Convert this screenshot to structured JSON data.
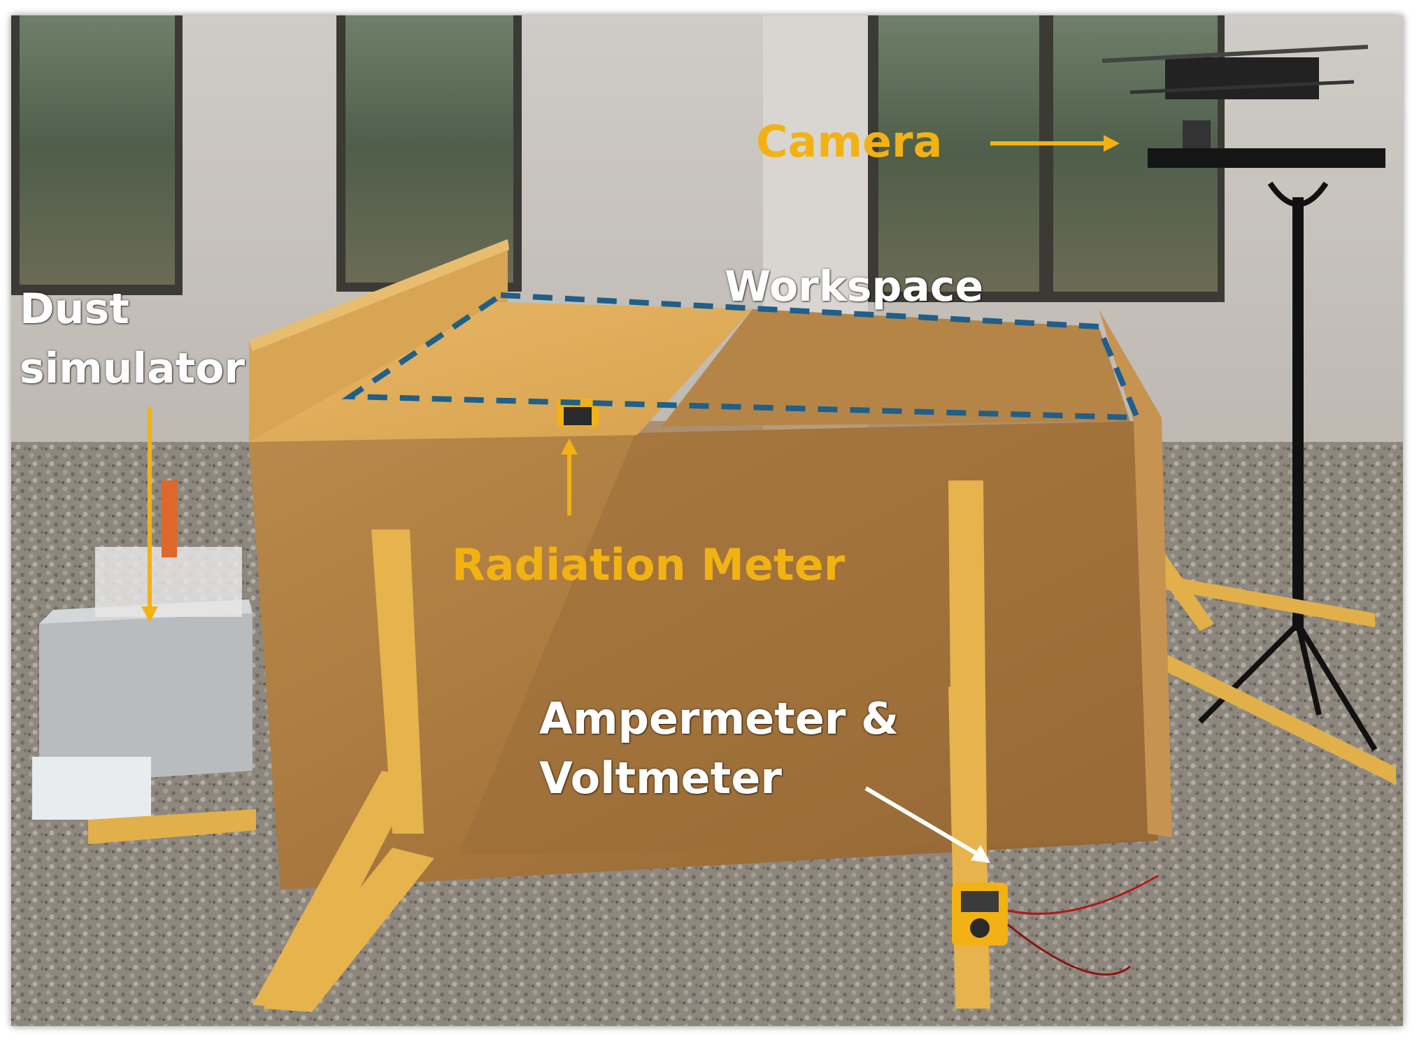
{
  "labels": {
    "camera": "Camera",
    "workspace": "Workspace",
    "dust_line1": "Dust",
    "dust_line2": "simulator",
    "radiation_meter": "Radiation Meter",
    "ampermeter_line1": "Ampermeter &",
    "ampermeter_line2": "Voltmeter"
  },
  "colors": {
    "label_orange": "#f2b214",
    "label_white": "#ffffff",
    "workspace_outline": "#1f5f8b",
    "arrow_orange": "#f2b214",
    "arrow_white": "#ffffff"
  }
}
